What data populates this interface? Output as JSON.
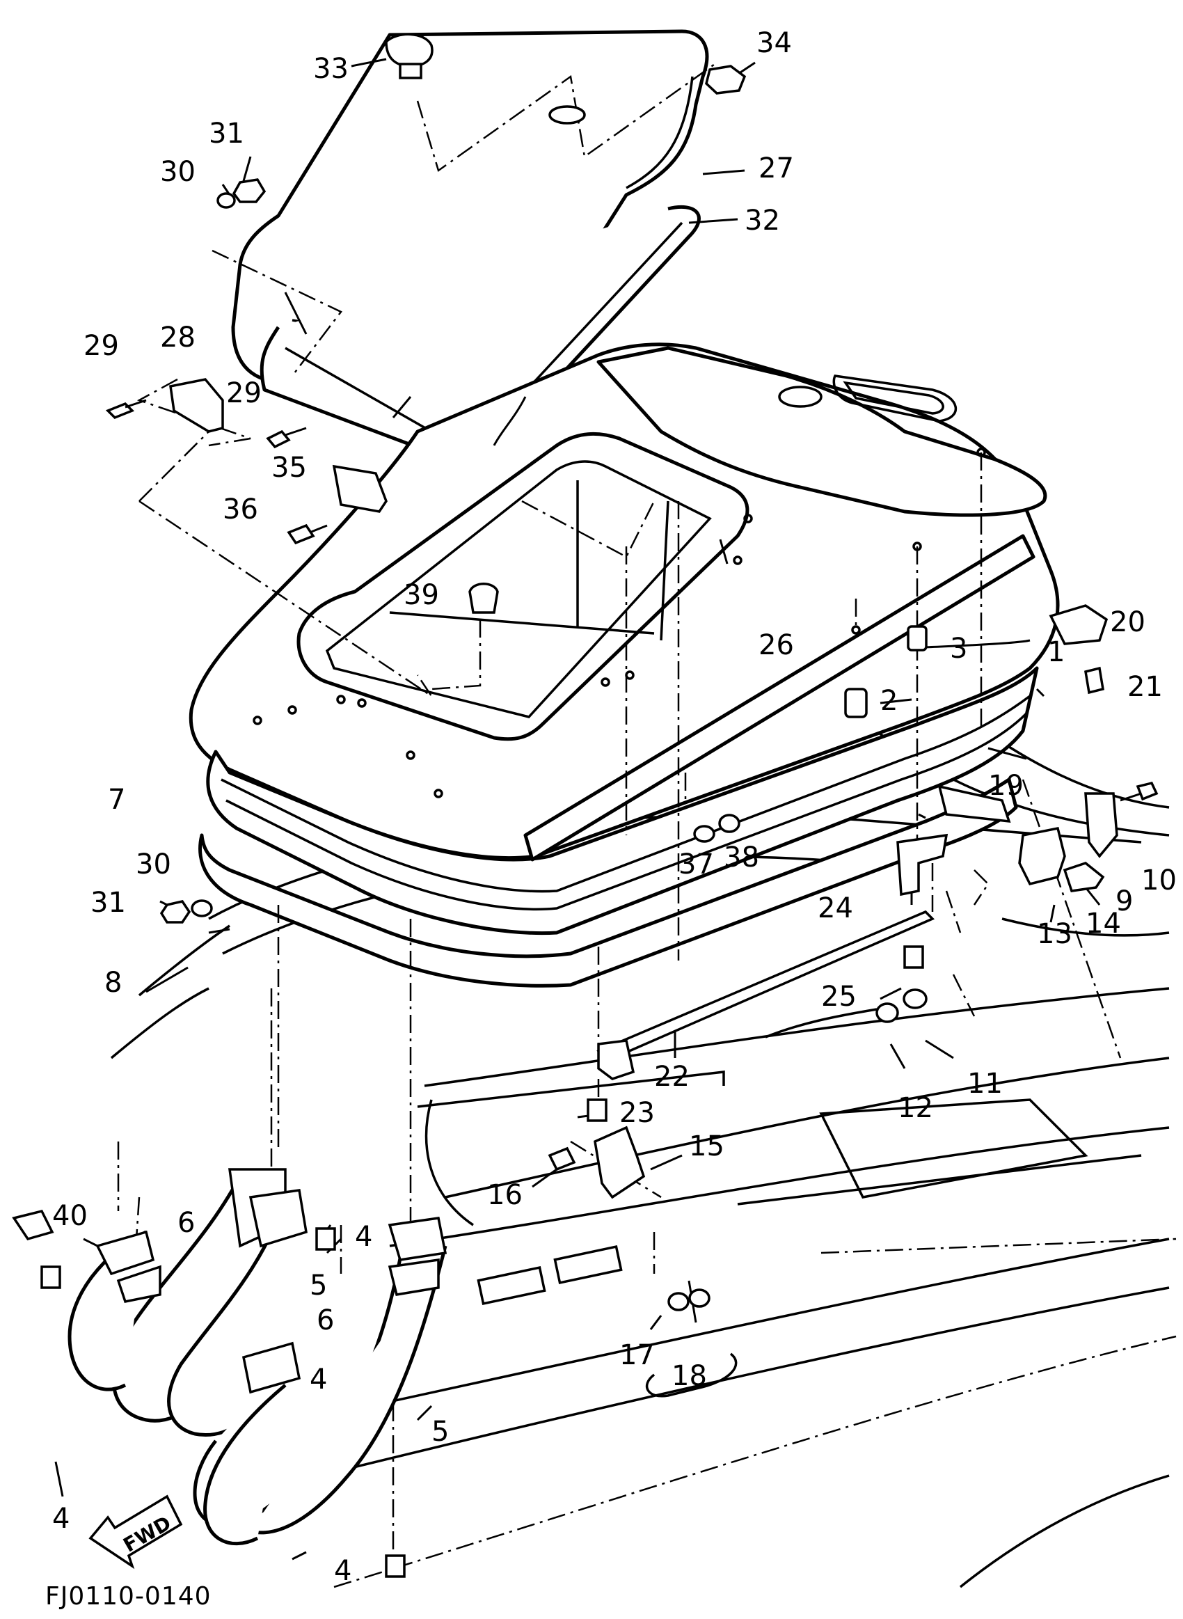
{
  "diagram": {
    "drawing_code": "FJ0110-0140",
    "direction_arrow_label": "FWD",
    "callouts": [
      {
        "id": "c33",
        "label": "33"
      },
      {
        "id": "c34",
        "label": "34"
      },
      {
        "id": "c31a",
        "label": "31"
      },
      {
        "id": "c30a",
        "label": "30"
      },
      {
        "id": "c27",
        "label": "27"
      },
      {
        "id": "c32",
        "label": "32"
      },
      {
        "id": "c29a",
        "label": "29"
      },
      {
        "id": "c28",
        "label": "28"
      },
      {
        "id": "c29b",
        "label": "29"
      },
      {
        "id": "c35",
        "label": "35"
      },
      {
        "id": "c36",
        "label": "36"
      },
      {
        "id": "c39",
        "label": "39"
      },
      {
        "id": "c26",
        "label": "26"
      },
      {
        "id": "c20",
        "label": "20"
      },
      {
        "id": "c1",
        "label": "1"
      },
      {
        "id": "c3",
        "label": "3"
      },
      {
        "id": "c21",
        "label": "21"
      },
      {
        "id": "c2",
        "label": "2"
      },
      {
        "id": "c7",
        "label": "7"
      },
      {
        "id": "c19",
        "label": "19"
      },
      {
        "id": "c38",
        "label": "38"
      },
      {
        "id": "c37",
        "label": "37"
      },
      {
        "id": "c30b",
        "label": "30"
      },
      {
        "id": "c10",
        "label": "10"
      },
      {
        "id": "c31b",
        "label": "31"
      },
      {
        "id": "c9",
        "label": "9"
      },
      {
        "id": "c24",
        "label": "24"
      },
      {
        "id": "c14",
        "label": "14"
      },
      {
        "id": "c13",
        "label": "13"
      },
      {
        "id": "c8",
        "label": "8"
      },
      {
        "id": "c25",
        "label": "25"
      },
      {
        "id": "c22",
        "label": "22"
      },
      {
        "id": "c11",
        "label": "11"
      },
      {
        "id": "c12",
        "label": "12"
      },
      {
        "id": "c23",
        "label": "23"
      },
      {
        "id": "c15",
        "label": "15"
      },
      {
        "id": "c16",
        "label": "16"
      },
      {
        "id": "c40",
        "label": "40"
      },
      {
        "id": "c6a",
        "label": "6"
      },
      {
        "id": "c4a",
        "label": "4"
      },
      {
        "id": "c5a",
        "label": "5"
      },
      {
        "id": "c6b",
        "label": "6"
      },
      {
        "id": "c17",
        "label": "17"
      },
      {
        "id": "c18",
        "label": "18"
      },
      {
        "id": "c4b",
        "label": "4"
      },
      {
        "id": "c5b",
        "label": "5"
      },
      {
        "id": "c4c",
        "label": "4"
      },
      {
        "id": "c4d",
        "label": "4"
      }
    ]
  }
}
